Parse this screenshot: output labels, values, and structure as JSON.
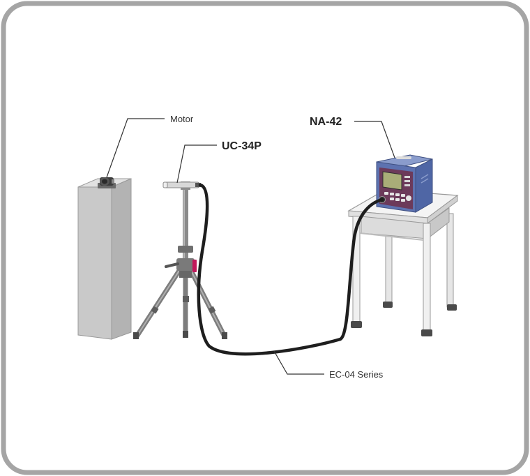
{
  "labels": {
    "motor": "Motor",
    "sensor": "UC-34P",
    "analyzer": "NA-42",
    "cable": "EC-04 Series"
  },
  "colors": {
    "frame": "#a5a5a5",
    "column": "#c9c9c9",
    "tripod": "#7d7d7d",
    "cable": "#1e1e1e",
    "analyzer_body": "#4f66a5",
    "analyzer_panel": "#6c3a5a",
    "display": "#a9ad78",
    "table": "#efefef",
    "accent_red": "#c2185b"
  }
}
